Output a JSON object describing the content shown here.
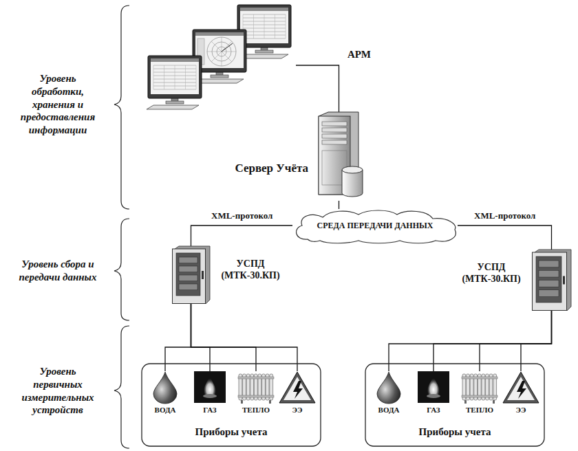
{
  "diagram": {
    "nodes": [
      {
        "text": [
          "АРМ"
        ]
      },
      {
        "text": [
          "Сервер Учёта"
        ]
      },
      {
        "text": [
          "СРЕДА ПЕРЕДАЧИ ДАННЫХ"
        ]
      },
      {
        "text": [
          "УСПД (МТК-30.КП)"
        ]
      },
      {
        "text": [
          "УСПД (МТК-30.КП)"
        ]
      },
      {
        "text": [
          "Приборы учета"
        ]
      },
      {
        "text": [
          "ВОДА"
        ],
        "in": 5
      },
      {
        "text": [
          "ГАЗ"
        ],
        "in": 5
      },
      {
        "text": [
          "ТЕПЛО"
        ],
        "in": 5
      },
      {
        "text": [
          "ЭЭ"
        ],
        "in": 5
      },
      {
        "text": [
          "Приборы учета"
        ]
      },
      {
        "text": [
          "ВОДА"
        ],
        "in": 10
      },
      {
        "text": [
          "ГАЗ"
        ],
        "in": 10
      },
      {
        "text": [
          "ТЕПЛО"
        ],
        "in": 10
      },
      {
        "text": [
          "ЭЭ"
        ],
        "in": 10
      }
    ],
    "edges": [
      {
        "from": 0,
        "to": 1,
        "arrow": "none"
      },
      {
        "from": 1,
        "to": 2,
        "arrow": "none"
      },
      {
        "from": 2,
        "to": 3,
        "label": "XML-протокол",
        "arrow": "none"
      },
      {
        "from": 2,
        "to": 4,
        "label": "XML-протокол",
        "arrow": "none"
      },
      {
        "from": 3,
        "to": 6,
        "arrow": "none"
      },
      {
        "from": 3,
        "to": 7,
        "arrow": "none"
      },
      {
        "from": 3,
        "to": 8,
        "arrow": "none"
      },
      {
        "from": 3,
        "to": 9,
        "arrow": "none"
      },
      {
        "from": 4,
        "to": 11,
        "arrow": "none"
      },
      {
        "from": 4,
        "to": 12,
        "arrow": "none"
      },
      {
        "from": 4,
        "to": 13,
        "arrow": "none"
      },
      {
        "from": 4,
        "to": 14,
        "arrow": "none"
      }
    ],
    "labels": [
      "Уровень обработки, хранения и предоставления информации",
      "Уровень сбора и передачи данных",
      "Уровень первичных измерительных устройств"
    ]
  }
}
